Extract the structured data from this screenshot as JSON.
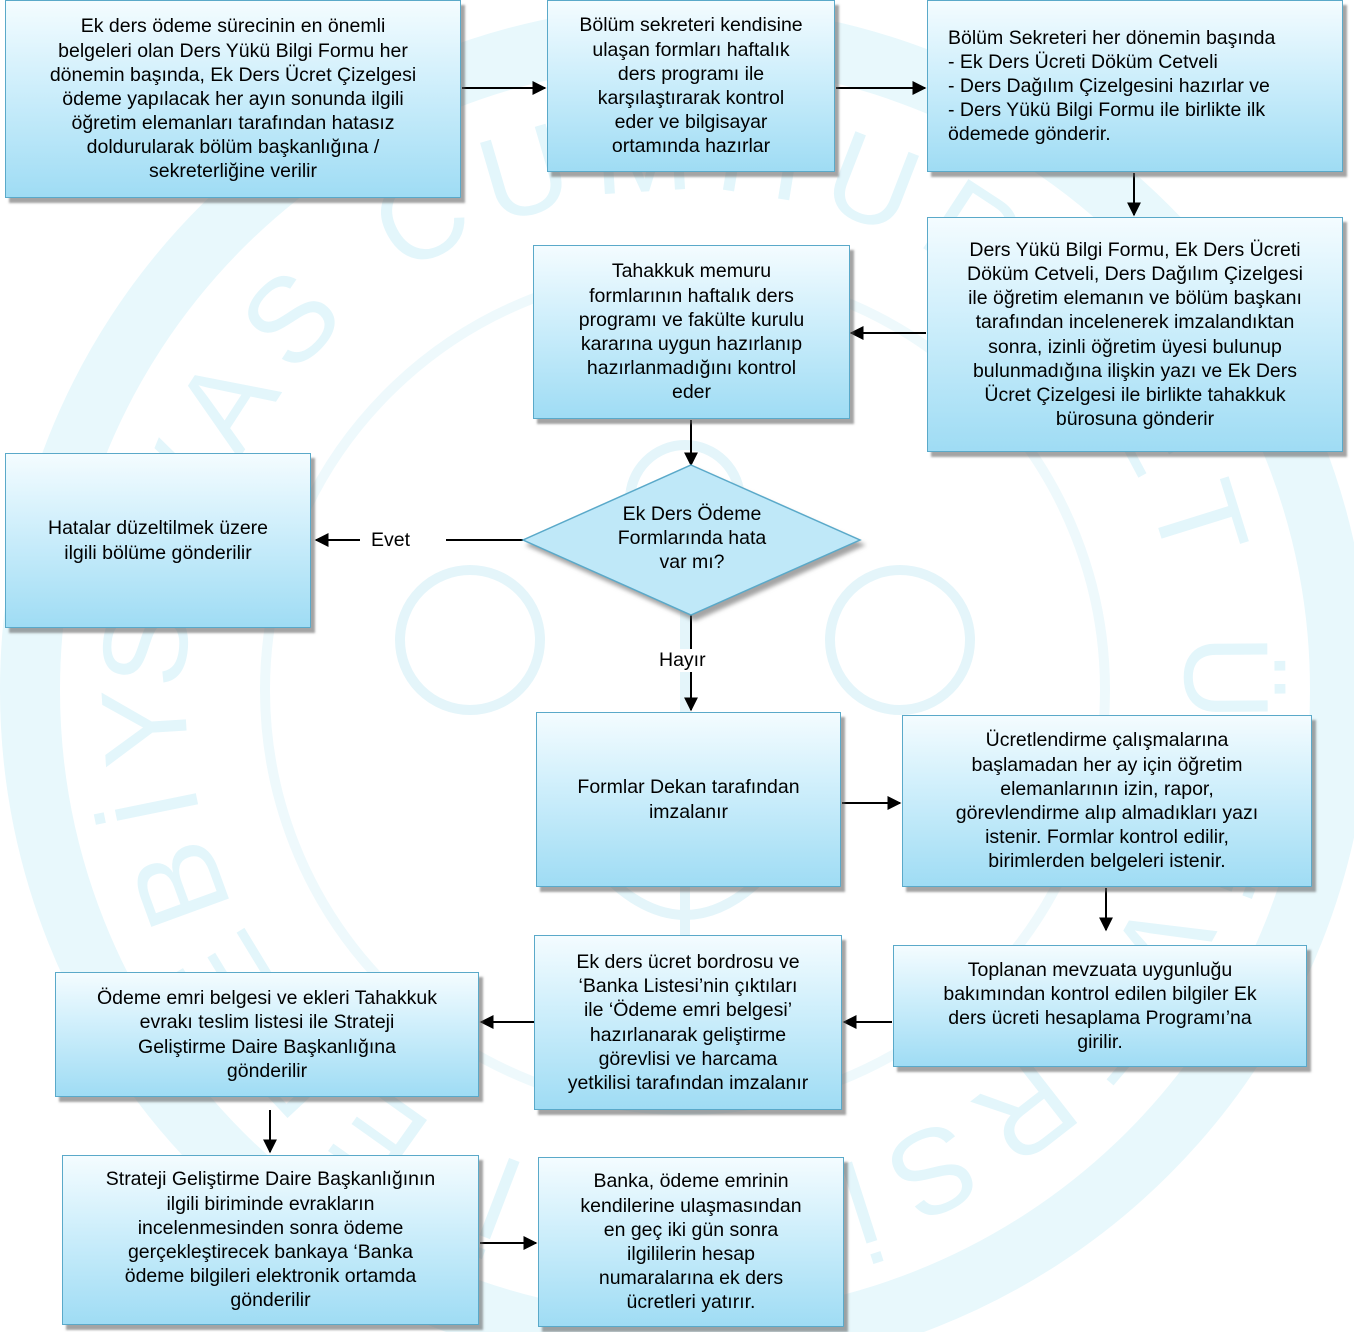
{
  "watermark": {
    "text": "SİVAS CUMHURİYET ÜNİVERSİTESİ EDEBİYAT FAKÜLTESİ",
    "color": "#e3f6fb"
  },
  "colors": {
    "box_border": "#5aa9c9",
    "box_fill_top": "#f4fcff",
    "box_fill_bottom": "#9fdcf4",
    "arrow": "#000000"
  },
  "steps": {
    "s1": "Ek ders ödeme sürecinin en önemli\nbelgeleri olan Ders Yükü Bilgi Formu her\ndönemin başında, Ek Ders Ücret Çizelgesi\nödeme yapılacak her ayın sonunda ilgili\nöğretim elemanları tarafından hatasız\ndoldurularak bölüm başkanlığına /\nsekreterliğine verilir",
    "s2": "Bölüm sekreteri kendisine\nulaşan formları haftalık\nders programı ile\nkarşılaştırarak kontrol\neder ve bilgisayar\nortamında hazırlar",
    "s3": "Bölüm Sekreteri her dönemin başında\n- Ek Ders Ücreti Döküm Cetveli\n- Ders Dağılım Çizelgesini hazırlar ve\n- Ders Yükü Bilgi Formu ile birlikte ilk\nödemede gönderir.",
    "s4": "Ders Yükü Bilgi Formu, Ek Ders Ücreti\nDöküm Cetveli, Ders Dağılım Çizelgesi\nile öğretim elemanın ve bölüm başkanı\ntarafından incelenerek imzalandıktan\nsonra, izinli öğretim üyesi bulunup\nbulunmadığına ilişkin yazı ve Ek Ders\nÜcret Çizelgesi ile birlikte tahakkuk\nbürosuna gönderir",
    "s5": "Tahakkuk memuru\nformlarının haftalık ders\nprogramı ve fakülte kurulu\nkararına uygun hazırlanıp\nhazırlanmadığını kontrol\neder",
    "decision": "Ek Ders Ödeme\nFormlarında hata\nvar mı?",
    "yes_label": "Evet",
    "no_label": "Hayır",
    "s6": "Hatalar düzeltilmek üzere\nilgili bölüme gönderilir",
    "s7": "Formlar Dekan tarafından\nimzalanır",
    "s8": "Ücretlendirme çalışmalarına\nbaşlamadan her ay için öğretim\nelemanlarının izin, rapor,\ngörevlendirme alıp almadıkları yazı\nistenir. Formlar kontrol edilir,\nbirimlerden belgeleri istenir.",
    "s9": "Toplanan mevzuata uygunluğu\nbakımından kontrol edilen bilgiler Ek\nders ücreti hesaplama Programı’na\ngirilir.",
    "s10": "Ek ders ücret bordrosu ve\n‘Banka Listesi’nin çıktıları\nile ‘Ödeme emri belgesi’\nhazırlanarak geliştirme\ngörevlisi ve harcama\nyetkilisi tarafından imzalanır",
    "s11": "Ödeme emri belgesi ve ekleri Tahakkuk\nevrakı teslim listesi ile Strateji\nGeliştirme Daire Başkanlığına\ngönderilir",
    "s12": "Strateji Geliştirme Daire Başkanlığının\nilgili biriminde evrakların\nincelenmesinden sonra ödeme\ngerçekleştirecek bankaya ‘Banka\nödeme bilgileri elektronik ortamda\ngönderilir",
    "s13": "Banka, ödeme emrinin\nkendilerine ulaşmasından\nen geç iki gün sonra\nilgililerin hesap\nnumaralarına ek ders\nücretleri yatırır."
  }
}
